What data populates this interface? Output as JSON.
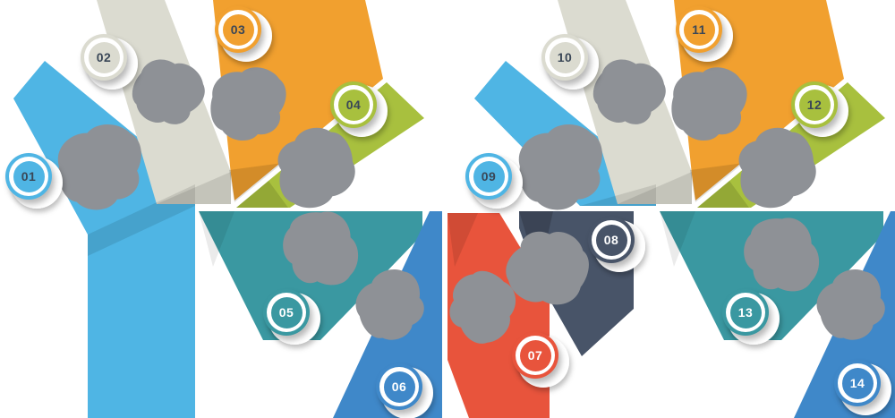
{
  "background": "#FFFFFF",
  "steps": [
    {
      "label": "01",
      "color": "#4FB5E4",
      "number_color": "#3A4757"
    },
    {
      "label": "02",
      "color": "#DBDBD0",
      "number_color": "#3A4757"
    },
    {
      "label": "03",
      "color": "#F1A02F",
      "number_color": "#3A4757"
    },
    {
      "label": "04",
      "color": "#A8C03E",
      "number_color": "#3A4757"
    },
    {
      "label": "05",
      "color": "#3A98A1",
      "number_color": "#FFFFFF"
    },
    {
      "label": "06",
      "color": "#3F88C9",
      "number_color": "#FFFFFF"
    },
    {
      "label": "07",
      "color": "#E8543C",
      "number_color": "#FFFFFF"
    },
    {
      "label": "08",
      "color": "#485468",
      "number_color": "#FFFFFF"
    },
    {
      "label": "09",
      "color": "#4FB5E4",
      "number_color": "#3A4757"
    },
    {
      "label": "10",
      "color": "#DBDBD0",
      "number_color": "#3A4757"
    },
    {
      "label": "11",
      "color": "#F1A02F",
      "number_color": "#3A4757"
    },
    {
      "label": "12",
      "color": "#A8C03E",
      "number_color": "#3A4757"
    },
    {
      "label": "13",
      "color": "#3A98A1",
      "number_color": "#FFFFFF"
    },
    {
      "label": "14",
      "color": "#3F88C9",
      "number_color": "#FFFFFF"
    }
  ],
  "placeholder": {
    "blob_color": "#8E9196"
  }
}
